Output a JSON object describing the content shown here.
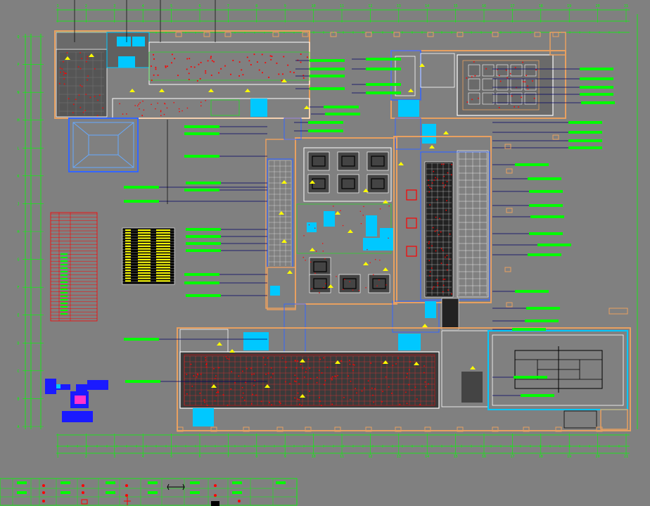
{
  "drawing": {
    "axis_top": [
      "1",
      "2",
      "3",
      "4",
      "5",
      "6",
      "7",
      "8",
      "9",
      "10",
      "11",
      "12",
      "13",
      "14",
      "15",
      "16",
      "17",
      "18",
      "19",
      "20",
      "21"
    ],
    "axis_left": [
      "Q",
      "P",
      "N",
      "M",
      "L",
      "K",
      "J",
      "H",
      "G",
      "F",
      "E",
      "D",
      "C",
      "B",
      "A"
    ],
    "colors": {
      "background": "#808080",
      "dimension": "#00ff00",
      "wall": "#ffffff",
      "fixture": "#ff0000",
      "water": "#00c8ff",
      "pool_blue": "#3366ff",
      "frame_orange": "#e8a060",
      "equipment": "#ffff00",
      "dark_room": "#555555"
    },
    "icons": [
      "north-arrow-icon",
      "key-plan-icon"
    ]
  }
}
